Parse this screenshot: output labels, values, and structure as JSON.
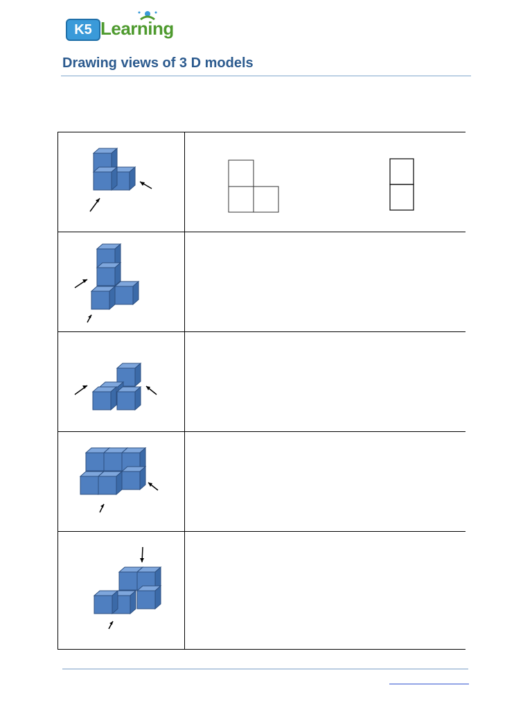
{
  "logo": {
    "k5": "K5",
    "word": "Learning"
  },
  "title": "Drawing views of 3 D models",
  "rows": [
    {
      "model": "l-shape-3-cubes",
      "views_shown": true
    },
    {
      "model": "tall-tower-with-side",
      "views_shown": false
    },
    {
      "model": "step-shape",
      "views_shown": false
    },
    {
      "model": "two-layer-block",
      "views_shown": false
    },
    {
      "model": "step-shape-with-top-arrow",
      "views_shown": false
    }
  ],
  "colors": {
    "cube_face": "#4f7fc0",
    "cube_top": "#7ea6dc",
    "cube_side": "#3b6aa8",
    "cube_edge": "#2c4f80",
    "title": "#2b5a8e"
  }
}
